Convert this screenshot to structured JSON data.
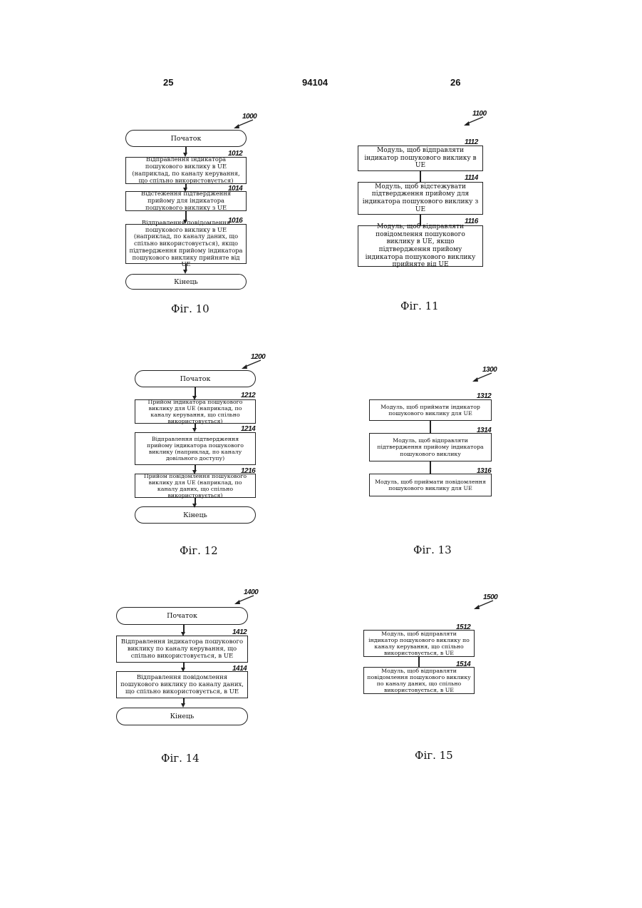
{
  "header": {
    "left_page": "25",
    "patent_number": "94104",
    "right_page": "26"
  },
  "fig10": {
    "ref": "1000",
    "start": "Початок",
    "steps": [
      {
        "ref": "1012",
        "text": "Відправлення індикатора пошукового виклику в UE (наприклад, по каналу керування, що спільно використовується)"
      },
      {
        "ref": "1014",
        "text": "Відстеження підтвердження прийому для індикатора пошукового виклику з UE"
      },
      {
        "ref": "1016",
        "text": "Відправлення повідомлення пошукового виклику в UE (наприклад, по каналу даних, що спільно використовується), якщо підтвердження прийому індикатора пошукового виклику прийняте від UE"
      }
    ],
    "end": "Кінець",
    "caption": "Фіг. 10"
  },
  "fig11": {
    "ref": "1100",
    "modules": [
      {
        "ref": "1112",
        "text": "Модуль, щоб відправляти індикатор пошукового виклику в UE"
      },
      {
        "ref": "1114",
        "text": "Модуль, щоб відстежувати підтвердження прийому для індикатора пошукового виклику з UE"
      },
      {
        "ref": "1116",
        "text": "Модуль, щоб відправляти повідомлення пошукового виклику в UE, якщо підтвердження прийому індикатора пошукового виклику прийняте від UE"
      }
    ],
    "caption": "Фіг. 11"
  },
  "fig12": {
    "ref": "1200",
    "start": "Початок",
    "steps": [
      {
        "ref": "1212",
        "text": "Прийом індикатора пошукового виклику для UE (наприклад, по каналу керування, що спільно використовується)"
      },
      {
        "ref": "1214",
        "text": "Відправлення підтвердження прийому індикатора пошукового виклику (наприклад, по каналу довільного доступу)"
      },
      {
        "ref": "1216",
        "text": "Прийом повідомлення пошукового виклику для UE (наприклад, по каналу даних, що спільно використовується)"
      }
    ],
    "end": "Кінець",
    "caption": "Фіг. 12"
  },
  "fig13": {
    "ref": "1300",
    "modules": [
      {
        "ref": "1312",
        "text": "Модуль, щоб приймати індикатор пошукового виклику для UE"
      },
      {
        "ref": "1314",
        "text": "Модуль, щоб відправляти підтвердження прийому індикатора пошукового виклику"
      },
      {
        "ref": "1316",
        "text": "Модуль, щоб приймати повідомлення пошукового виклику для UE"
      }
    ],
    "caption": "Фіг. 13"
  },
  "fig14": {
    "ref": "1400",
    "start": "Початок",
    "steps": [
      {
        "ref": "1412",
        "text": "Відправлення індикатора пошукового виклику по каналу керування, що спільно використовується, в UE"
      },
      {
        "ref": "1414",
        "text": "Відправлення повідомлення пошукового виклику по каналу даних, що спільно використовується, в UE"
      }
    ],
    "end": "Кінець",
    "caption": "Фіг. 14"
  },
  "fig15": {
    "ref": "1500",
    "modules": [
      {
        "ref": "1512",
        "text": "Модуль, щоб відправляти індикатор пошукового виклику по каналу керування, що спільно використовується, в UE"
      },
      {
        "ref": "1514",
        "text": "Модуль, щоб відправляти повідомлення пошукового виклику по каналу даних, що спільно використовується, в UE"
      }
    ],
    "caption": "Фіг. 15"
  }
}
